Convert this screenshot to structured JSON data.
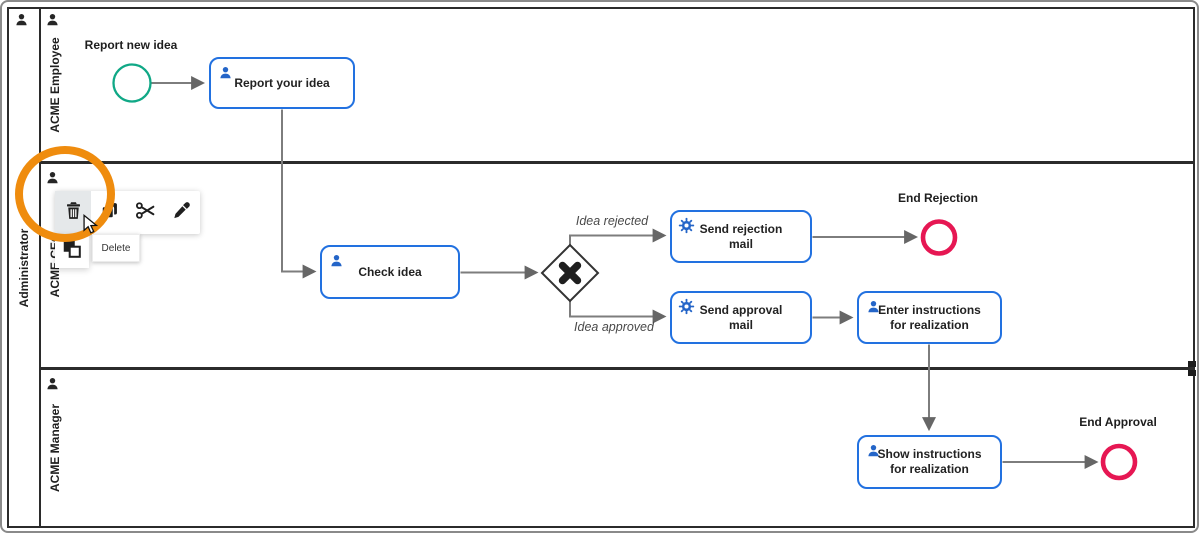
{
  "pool": {
    "label": "Administrator"
  },
  "lanes": [
    {
      "label": "ACME Employee"
    },
    {
      "label": "ACME CEO"
    },
    {
      "label": "ACME Manager"
    }
  ],
  "nodes": {
    "start": {
      "type": "start-event",
      "label": "Report new idea"
    },
    "report_idea": {
      "type": "user-task",
      "label": "Report your idea"
    },
    "check_idea": {
      "type": "user-task",
      "label": "Check idea"
    },
    "send_rejection": {
      "type": "service-task",
      "label": "Send rejection mail"
    },
    "send_approval": {
      "type": "service-task",
      "label": "Send approval mail"
    },
    "enter_instructions": {
      "type": "user-task",
      "label": "Enter instructions for realization"
    },
    "show_instructions": {
      "type": "user-task",
      "label": "Show instructions for realization"
    },
    "end_rejection": {
      "type": "end-event",
      "label": "End Rejection"
    },
    "end_approval": {
      "type": "end-event",
      "label": "End Approval"
    }
  },
  "flows": {
    "idea_rejected": {
      "label": "Idea rejected"
    },
    "idea_approved": {
      "label": "Idea approved"
    }
  },
  "context_pad": {
    "tooltip": "Delete",
    "icons": [
      "trash-icon",
      "copy-icon",
      "cut-icon",
      "eyedropper-icon",
      "replace-icon"
    ]
  },
  "colors": {
    "task_border": "#2271e0",
    "task_icon": "#2465c8",
    "start_event": "#10a886",
    "end_event": "#e61753",
    "flow": "#7d7d7d",
    "lane_border": "#2b2b2b",
    "annotation": "#ef8c0e"
  }
}
